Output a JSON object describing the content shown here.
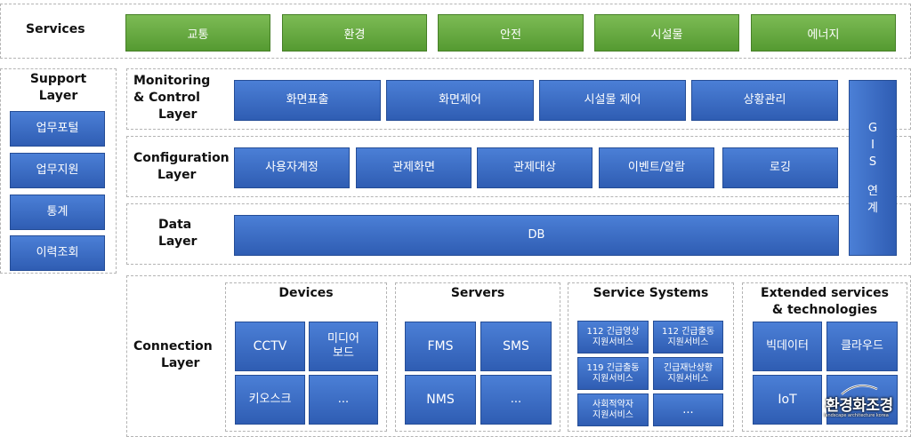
{
  "services": {
    "label": "Services",
    "items": [
      "교통",
      "환경",
      "안전",
      "시설물",
      "에너지"
    ]
  },
  "support": {
    "label_line1": "Support",
    "label_line2": "Layer",
    "items": [
      "업무포털",
      "업무지원",
      "통계",
      "이력조회"
    ]
  },
  "monitoring": {
    "label_line1": "Monitoring",
    "label_line2": "& Control",
    "label_line3": "Layer",
    "items": [
      "화면표출",
      "화면제어",
      "시설물 제어",
      "상황관리"
    ]
  },
  "configuration": {
    "label_line1": "Configuration",
    "label_line2": "Layer",
    "items": [
      "사용자계정",
      "관제화면",
      "관제대상",
      "이벤트/알람",
      "로깅"
    ]
  },
  "data": {
    "label_line1": "Data",
    "label_line2": "Layer",
    "db": "DB"
  },
  "gis": {
    "chars": [
      "G",
      "I",
      "S",
      "연",
      "계"
    ]
  },
  "connection": {
    "label_line1": "Connection",
    "label_line2": "Layer",
    "devices": {
      "title": "Devices",
      "items": [
        "CCTV",
        "미디어\n보드",
        "키오스크",
        "..."
      ]
    },
    "servers": {
      "title": "Servers",
      "items": [
        "FMS",
        "SMS",
        "NMS",
        "..."
      ]
    },
    "service_systems": {
      "title": "Service Systems",
      "items": [
        "112 긴급영상\n지원서비스",
        "112 긴급출동\n지원서비스",
        "119 긴급출동\n지원서비스",
        "긴급재난상황\n지원서비스",
        "사회적약자\n지원서비스",
        "..."
      ]
    },
    "extended": {
      "title_line1": "Extended services",
      "title_line2": "& technologies",
      "items": [
        "빅데이터",
        "클라우드",
        "IoT"
      ]
    }
  },
  "logo": {
    "main": "환경화조경",
    "sub": "landscape architecture korea"
  }
}
